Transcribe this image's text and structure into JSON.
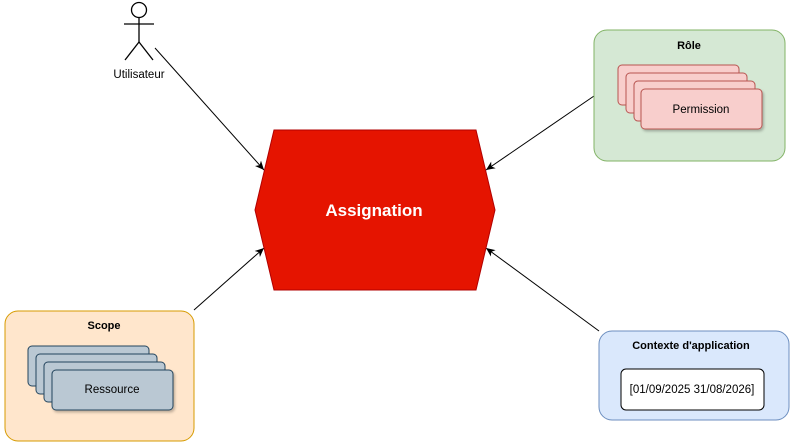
{
  "nodes": {
    "actor": {
      "label": "Utilisateur"
    },
    "center": {
      "label": "Assignation"
    },
    "role": {
      "title": "Rôle",
      "item": "Permission"
    },
    "scope": {
      "title": "Scope",
      "item": "Ressource"
    },
    "context": {
      "title": "Contexte d'application",
      "value": "[01/09/2025 31/08/2026]"
    }
  },
  "colors": {
    "center_fill": "#e51400",
    "center_stroke": "#b20000",
    "role_fill": "#d5e8d4",
    "role_stroke": "#82b366",
    "permission_fill": "#f8cecc",
    "permission_stroke": "#b85450",
    "scope_fill": "#ffe6cc",
    "scope_stroke": "#d79b00",
    "resource_fill": "#bac8d3",
    "resource_stroke": "#23445d",
    "context_fill": "#dae8fc",
    "context_stroke": "#6c8ebf"
  }
}
